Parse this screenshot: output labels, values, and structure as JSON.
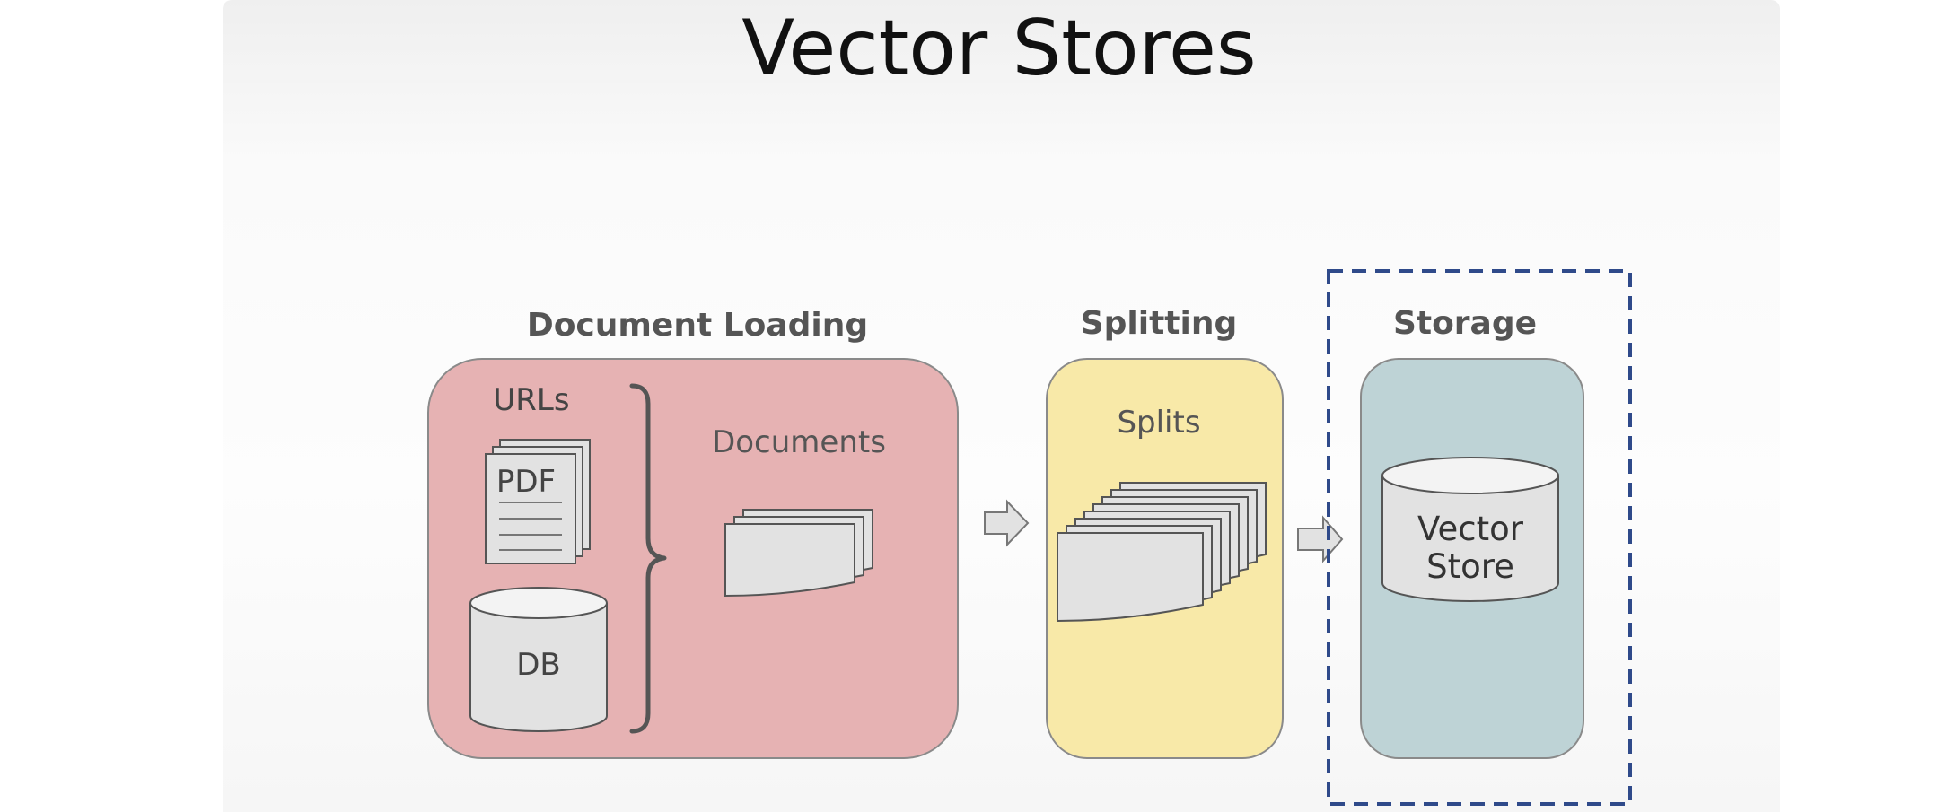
{
  "title": "Vector Stores",
  "sections": {
    "loading": {
      "label": "Document Loading",
      "urls": "URLs",
      "pdf": "PDF",
      "db": "DB",
      "documents": "Documents"
    },
    "splitting": {
      "label": "Splitting",
      "splits": "Splits"
    },
    "storage": {
      "label": "Storage",
      "store_line1": "Vector",
      "store_line2": "Store"
    }
  },
  "colors": {
    "loading_fill": "#e6b2b3",
    "splitting_fill": "#f8e9a8",
    "storage_fill": "#bed3d6",
    "highlight_border": "#2f4a8a",
    "page_fill": "#e2e2e2"
  }
}
